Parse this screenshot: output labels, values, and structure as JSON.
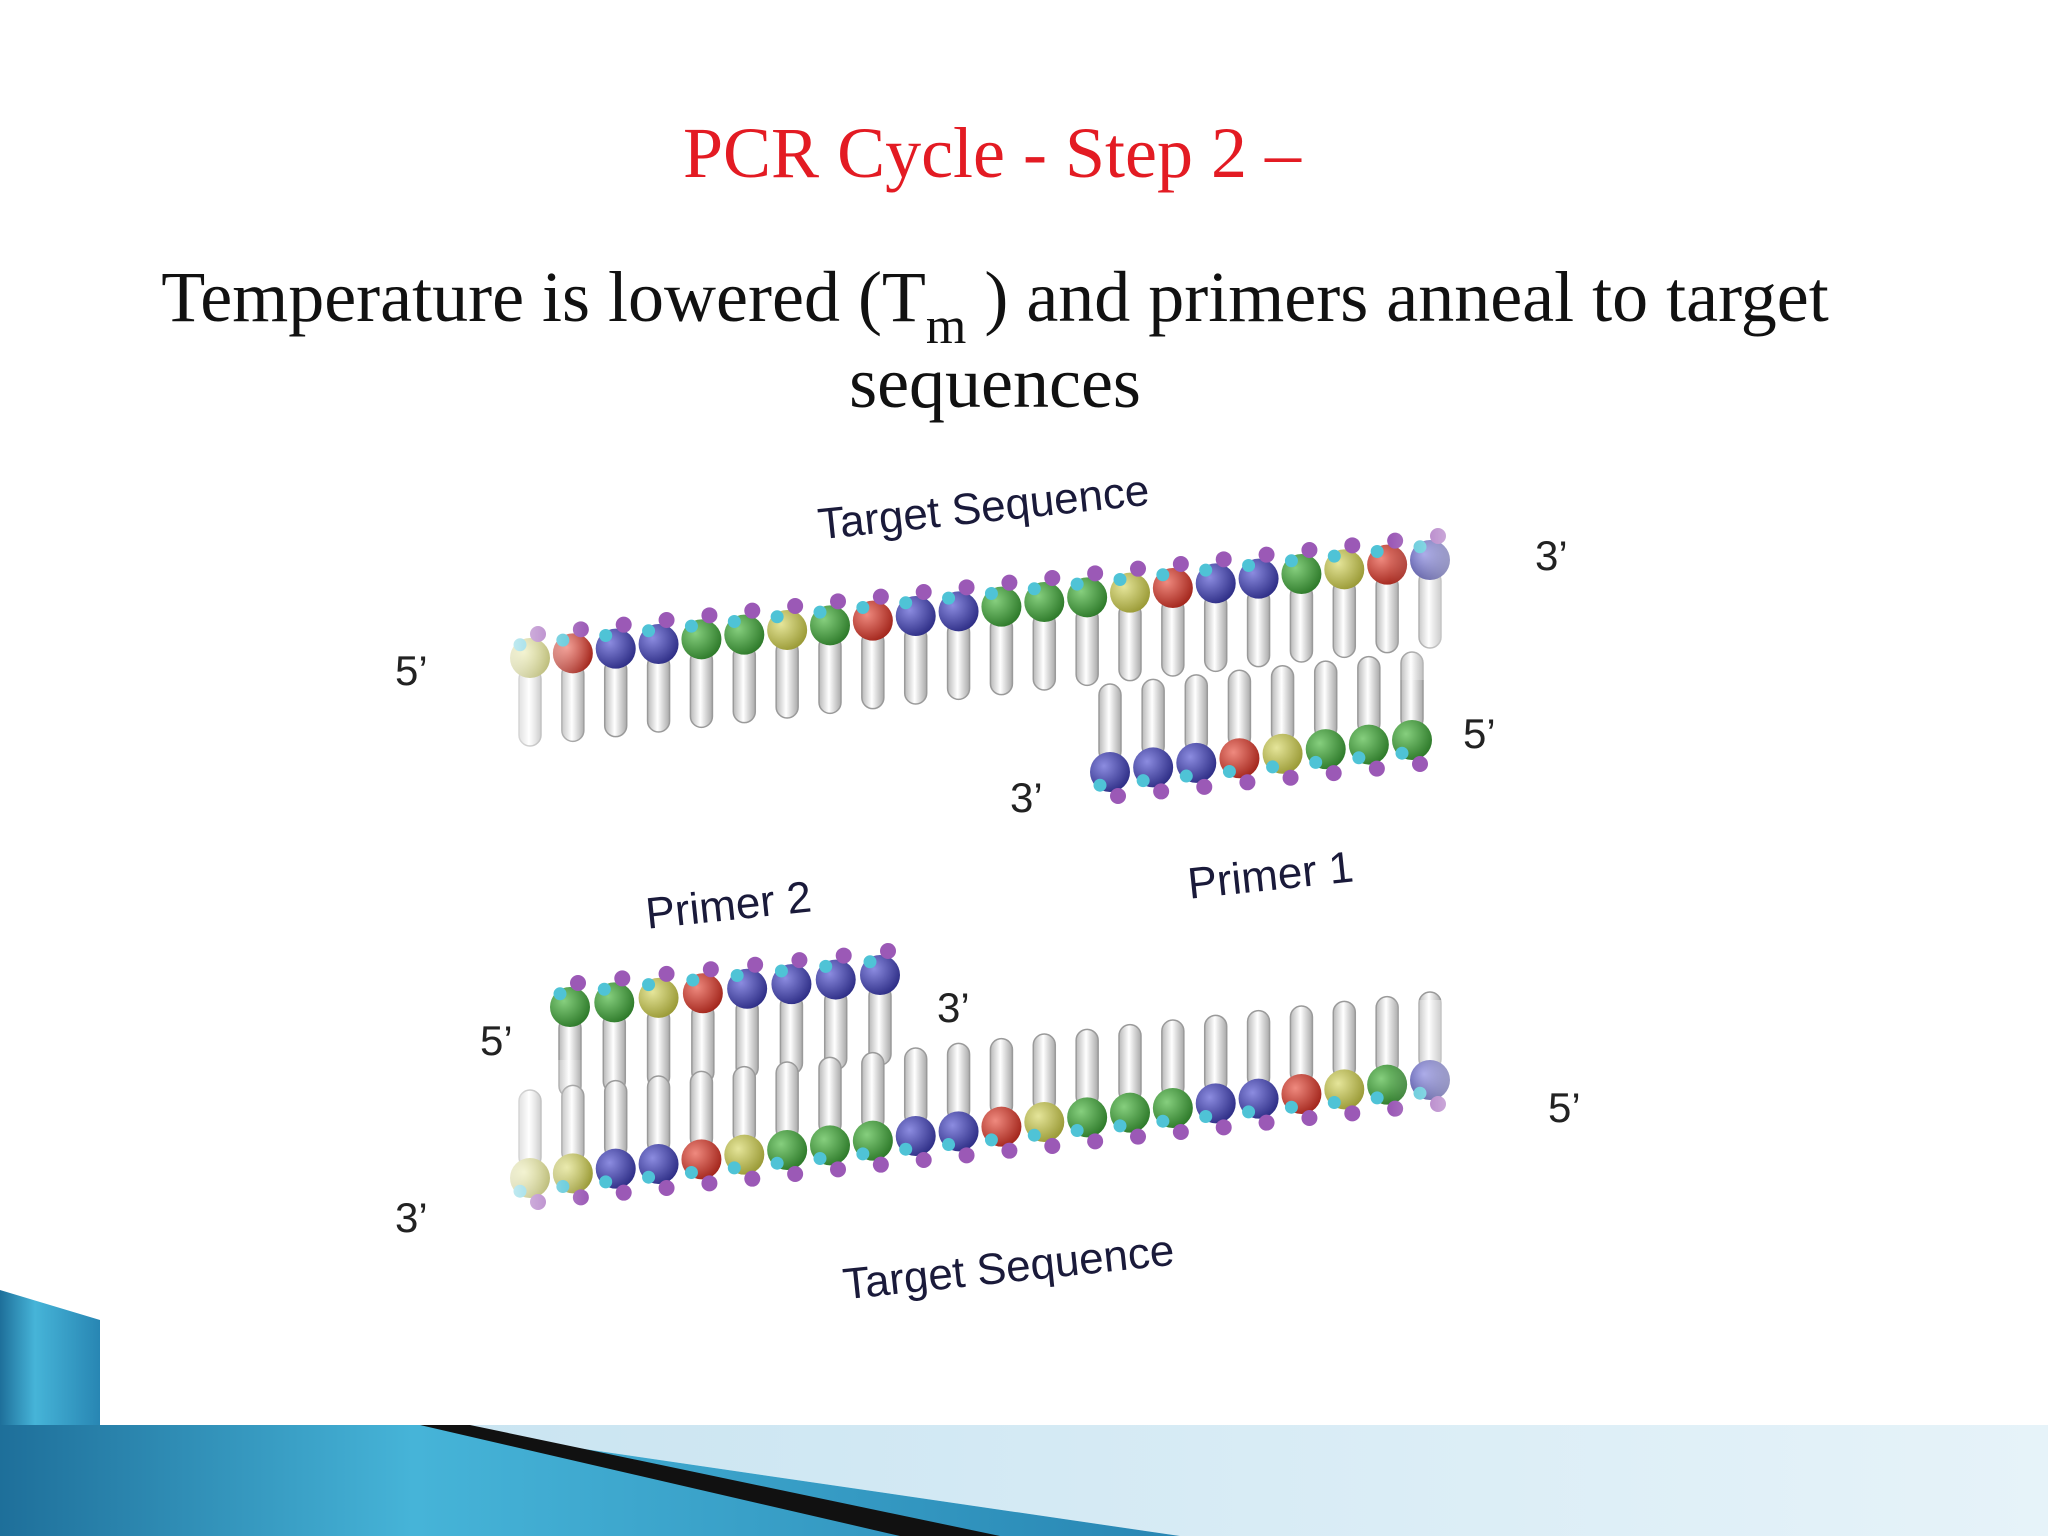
{
  "slide": {
    "title": "PCR Cycle - Step 2 –",
    "subtitle_pre": "Temperature is lowered (T",
    "subtitle_sub": "m",
    "subtitle_post": " ) and primers anneal to target sequences"
  },
  "diagram": {
    "top_strand": {
      "label": "Target Sequence",
      "left_end": "5’",
      "right_end": "3’"
    },
    "primer_1": {
      "label": "Primer 1",
      "left_end": "3’",
      "right_end": "5’"
    },
    "primer_2": {
      "label": "Primer 2",
      "left_end": "5’",
      "right_end": "3’"
    },
    "bottom_strand": {
      "label": "Target Sequence",
      "left_end": "3’",
      "right_end": "5’"
    },
    "base_colors": [
      "#3f3f9c",
      "#3f8f3a",
      "#c0392b",
      "#b8b84a"
    ],
    "backbone_colors": [
      "#9b59b6",
      "#4fc3d6"
    ]
  },
  "theme": {
    "title_color": "#e31b23",
    "accent_blue": "#2a8fb8",
    "accent_dark": "#111111"
  }
}
